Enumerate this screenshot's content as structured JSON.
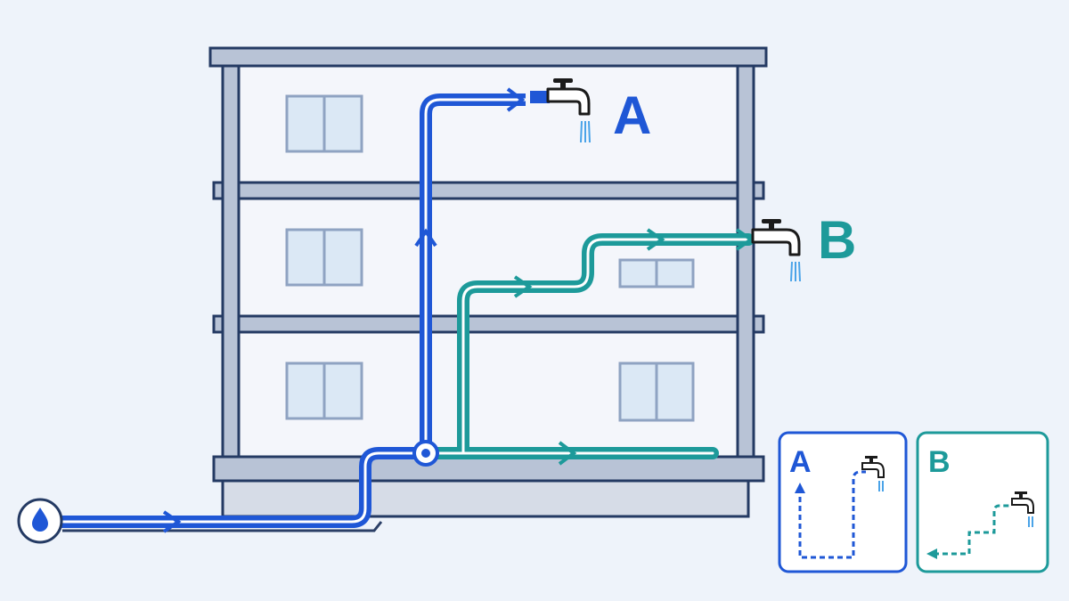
{
  "labels": {
    "outlet_a": "A",
    "outlet_b": "B",
    "legend_a": "A",
    "legend_b": "B"
  },
  "icons": {
    "source": "water-drop-icon",
    "outlet_a": "faucet-icon",
    "outlet_b": "faucet-icon",
    "legend_a": "faucet-icon",
    "legend_b": "faucet-icon"
  },
  "colors": {
    "background": "#eef3fa",
    "building_fill": "#f4f6fb",
    "building_stroke": "#243a63",
    "slab_fill": "#b8c3d6",
    "pipe_a": "#1f57d6",
    "pipe_b": "#1d9a9a",
    "window_fill": "#dbe8f5",
    "window_stroke": "#8fa3c2"
  }
}
